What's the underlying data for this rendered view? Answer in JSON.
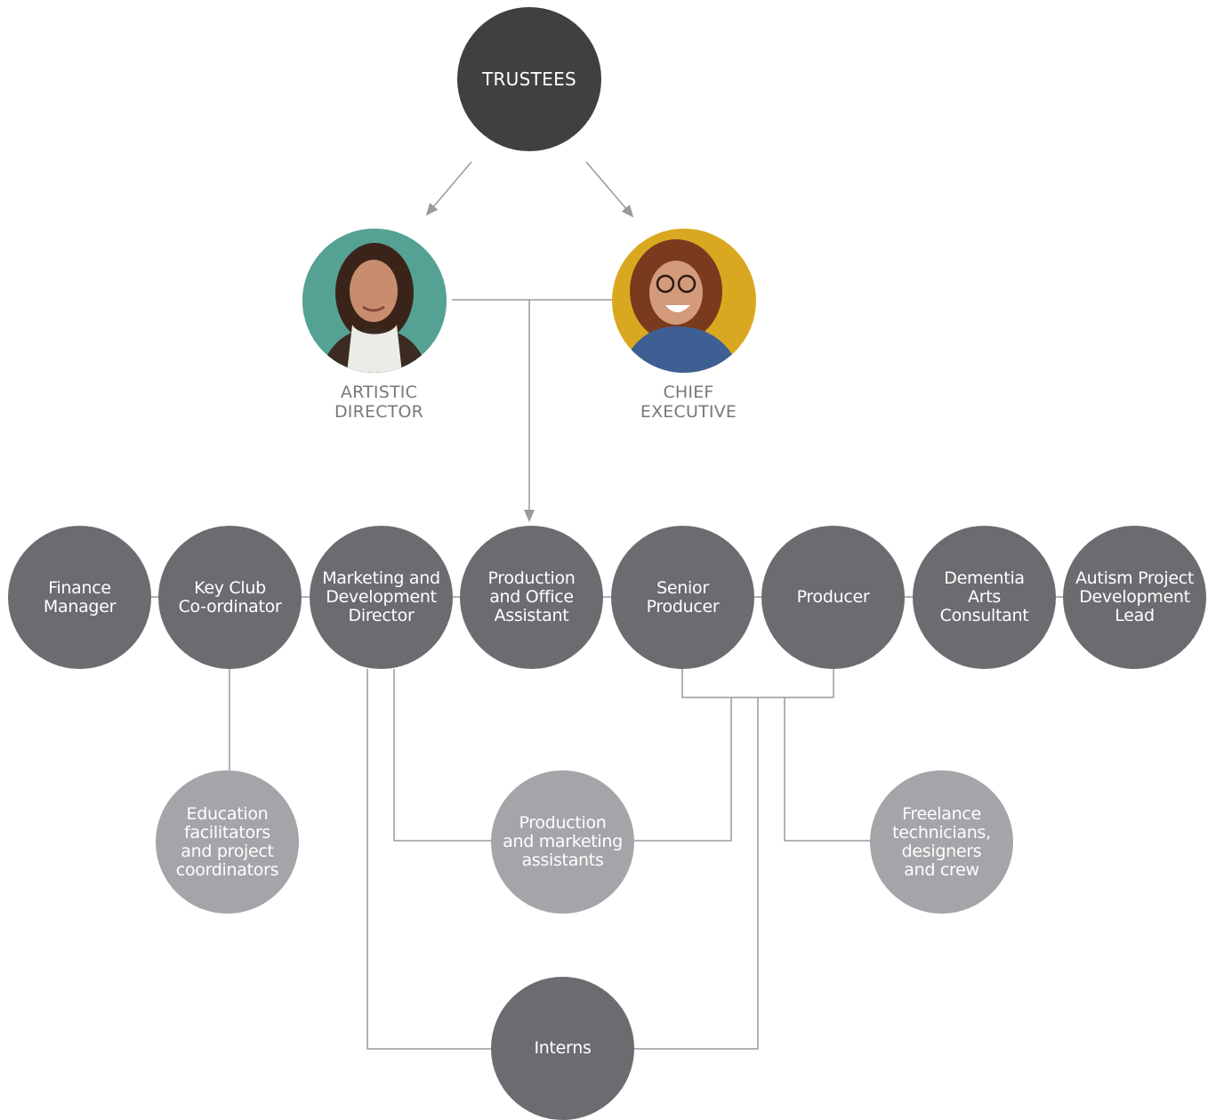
{
  "nodes": {
    "trustees": "TRUSTEES",
    "finance_manager": "Finance\nManager",
    "key_club": "Key Club\nCo-ordinator",
    "marketing_director": "Marketing and\nDevelopment\nDirector",
    "production_office": "Production\nand Office\nAssistant",
    "senior_producer": "Senior\nProducer",
    "producer": "Producer",
    "dementia": "Dementia\nArts\nConsultant",
    "autism": "Autism Project\nDevelopment\nLead",
    "education": "Education\nfacilitators\nand project\ncoordinators",
    "prod_marketing": "Production\nand marketing\nassistants",
    "freelance": "Freelance\ntechnicians,\ndesigners\nand crew",
    "interns": "Interns"
  },
  "people": {
    "artistic_director": "ARTISTIC\nDIRECTOR",
    "chief_executive": "CHIEF\nEXECUTIVE"
  },
  "colors": {
    "top": "#404042",
    "dark": "#6b6c70",
    "light": "#a4a5a9",
    "line": "#9a9a9c"
  }
}
